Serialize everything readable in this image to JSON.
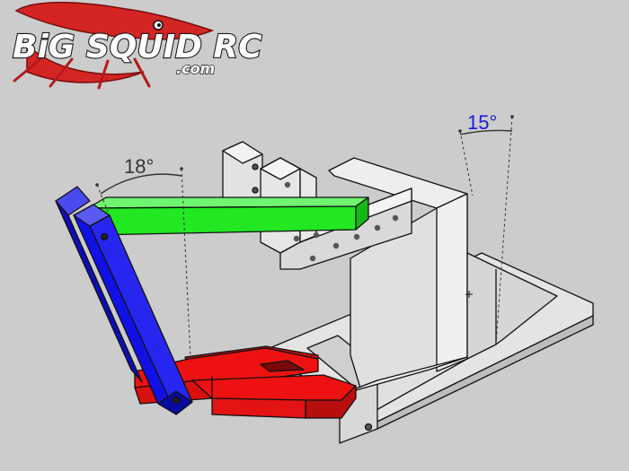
{
  "logo": {
    "main_text": "BiG SQUID RC",
    "suffix_text": ".com"
  },
  "angles": {
    "left": {
      "label": "18°",
      "color": "#333333"
    },
    "right": {
      "label": "15°",
      "color": "#1a1ad6"
    }
  },
  "colors": {
    "background": "#cccccc",
    "frame": "#e2e2e2",
    "upper_arm": "#22e822",
    "lower_arm": "#ee1111",
    "upright": "#1111e6",
    "logo_red": "#d42424"
  }
}
